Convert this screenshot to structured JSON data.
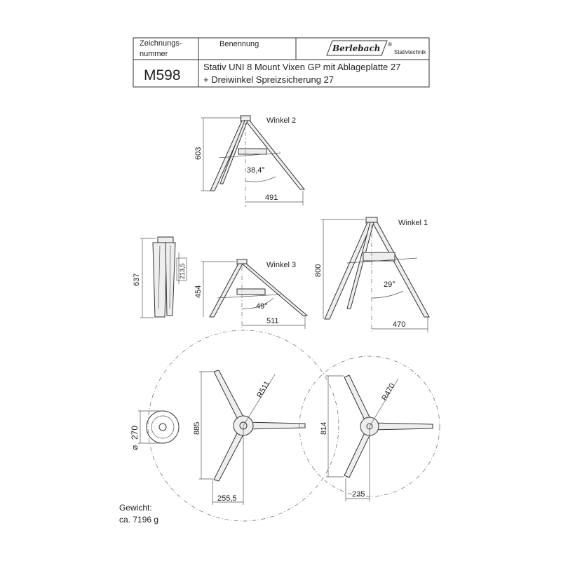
{
  "title_block": {
    "drawing_number_label": "Zeichnungs-",
    "drawing_number_label2": "nummer",
    "name_label": "Benennung",
    "brand": "Berlebach",
    "brand_mark": "®",
    "brand_suffix": "Stativtechnik",
    "drawing_number": "M598",
    "name_line1": "Stativ UNI 8 Mount Vixen GP mit Ablageplatte 27",
    "name_line2": "+ Dreiwinkel Spreizsicherung 27"
  },
  "views": {
    "winkel2": {
      "label": "Winkel 2",
      "height": "603",
      "width": "491",
      "angle": "38,4°"
    },
    "winkel1": {
      "label": "Winkel 1",
      "height": "800",
      "width": "470",
      "angle": "29°"
    },
    "winkel3": {
      "label": "Winkel 3",
      "height": "454",
      "width": "511",
      "angle": "49°"
    },
    "folded": {
      "height": "637",
      "detail": "213,5"
    },
    "folded_top": {
      "diameter": "270"
    },
    "top_511": {
      "radius": "R511",
      "span": "885",
      "offset": "255,5"
    },
    "top_470": {
      "radius": "R470",
      "span": "814",
      "offset": "235"
    }
  },
  "weight": {
    "label": "Gewicht:",
    "value": "ca. 7196 g"
  }
}
